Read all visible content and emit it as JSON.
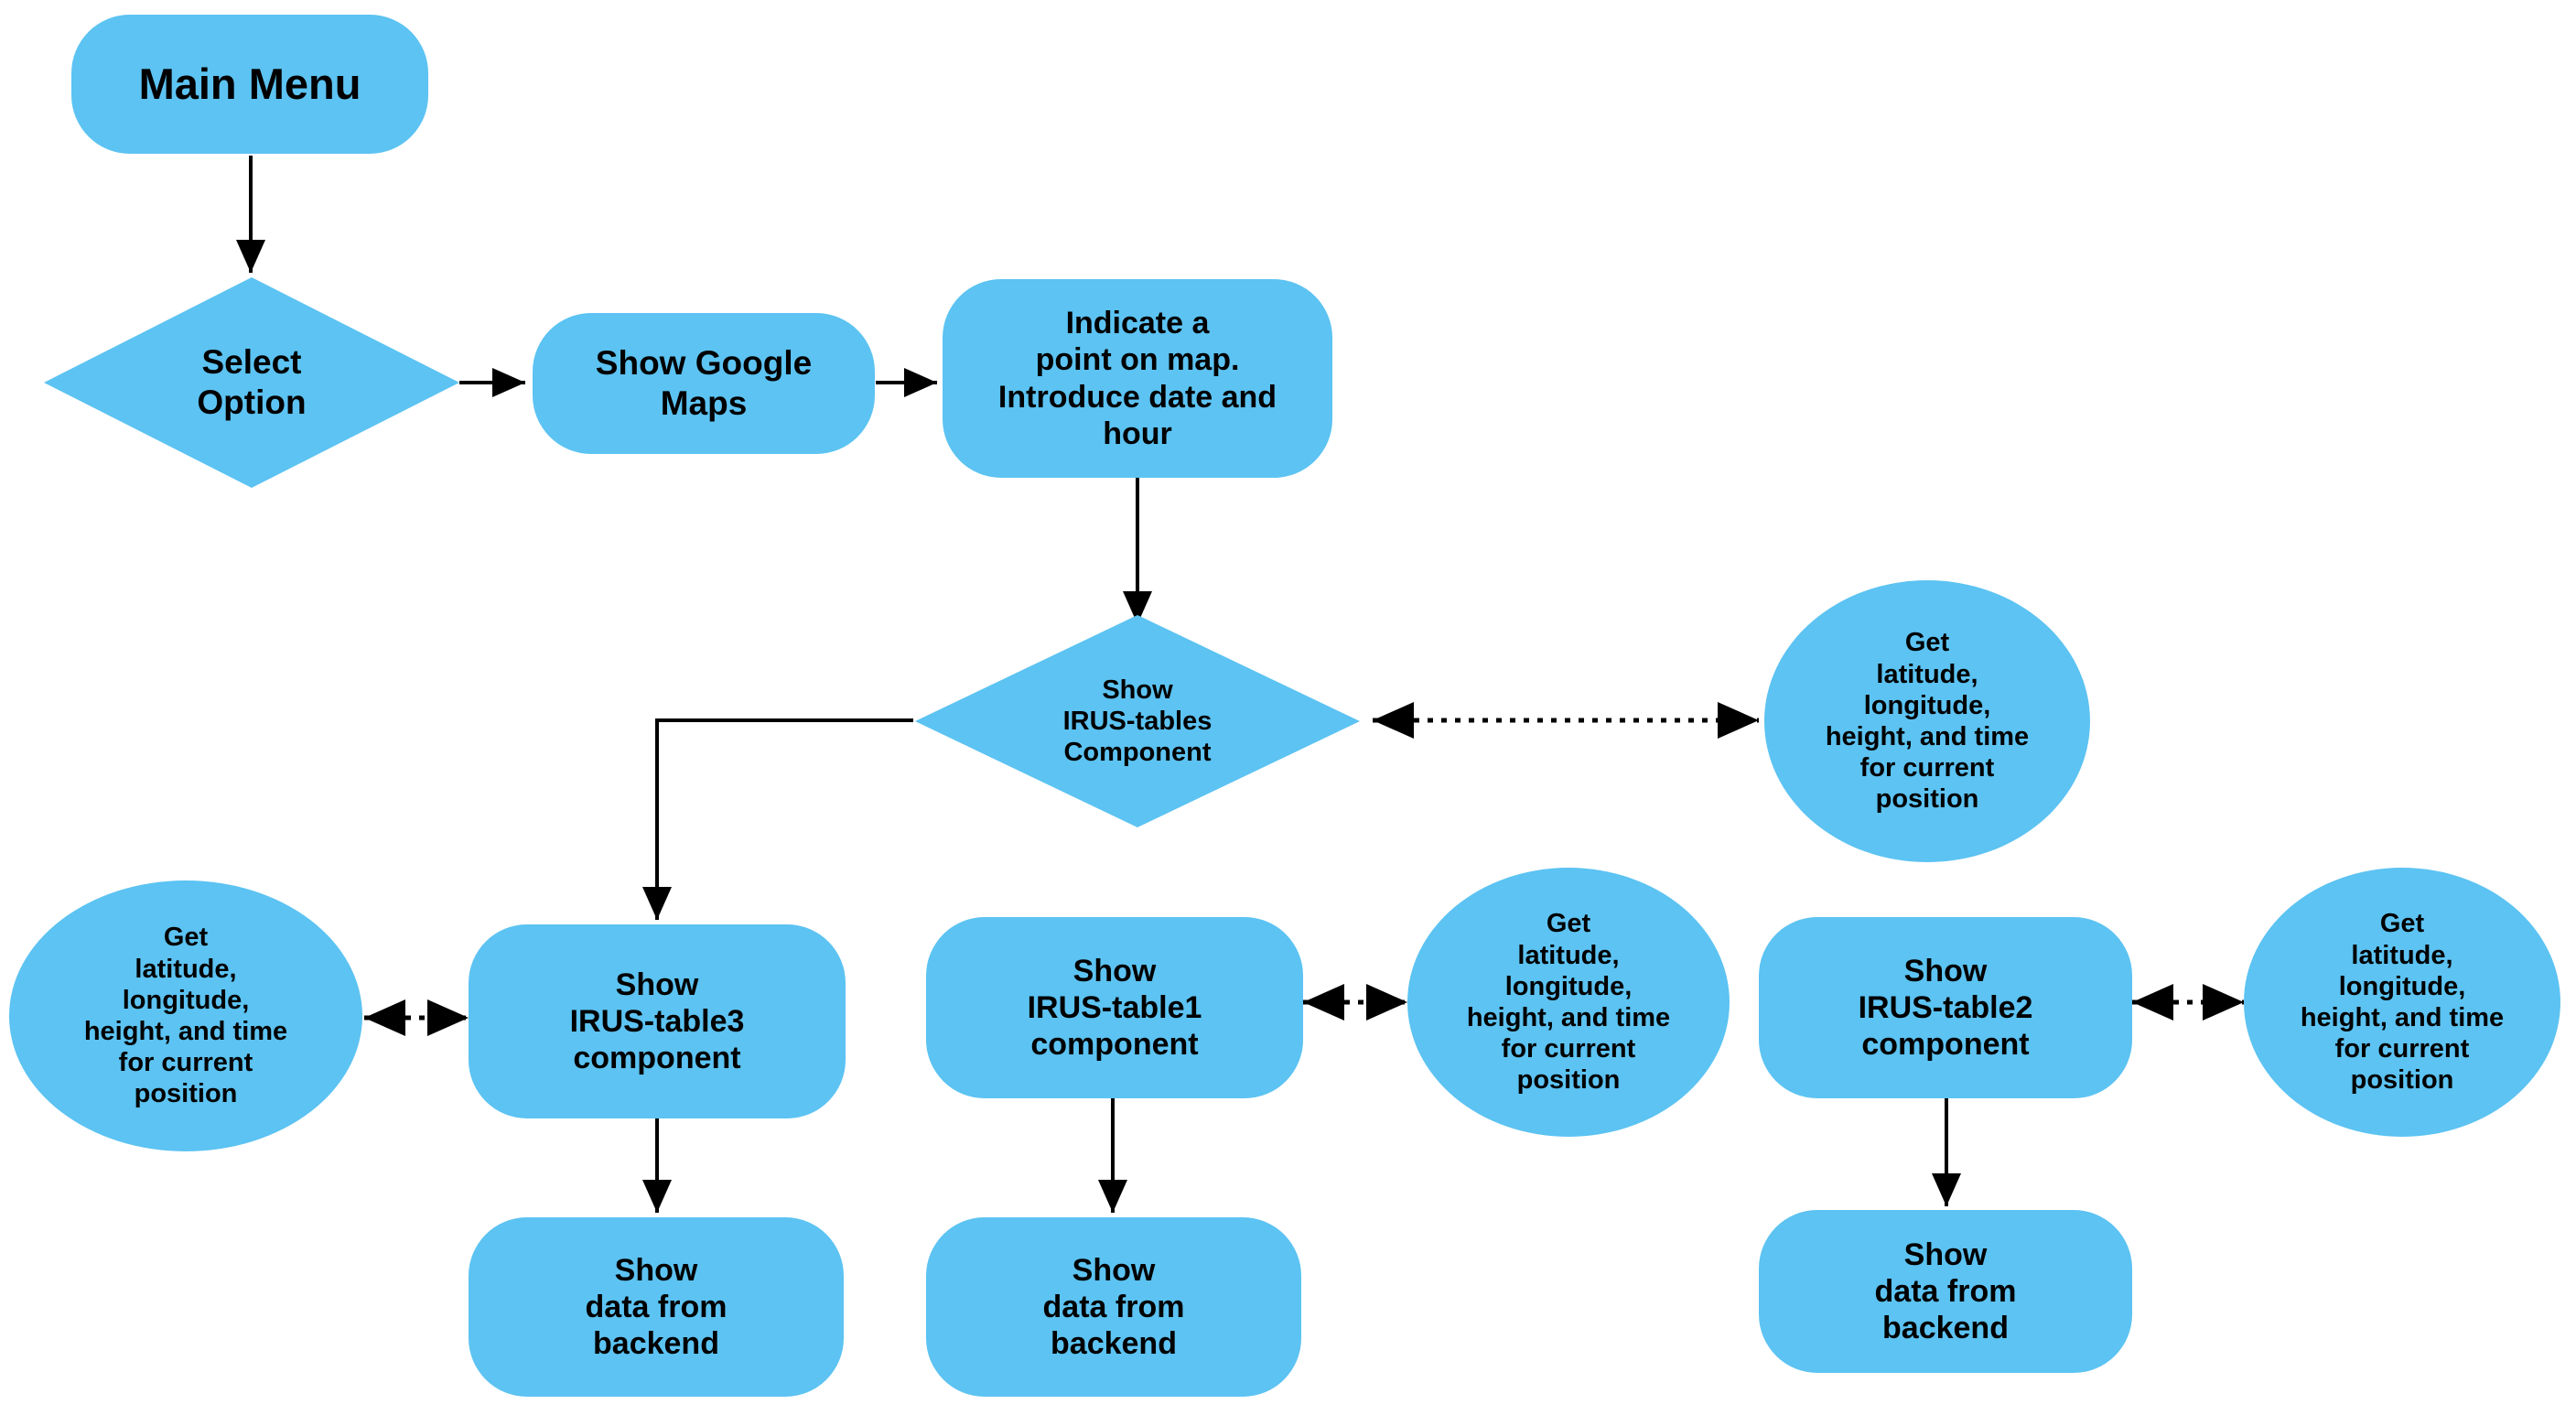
{
  "diagram": {
    "title": "IRUS application navigation flowchart",
    "node_fill": "#5cc3f2",
    "text_color": "#000000",
    "edge_color": "#000000",
    "background": "#ffffff"
  },
  "nodes": {
    "main_menu": {
      "label": "Main Menu",
      "shape": "stadium"
    },
    "select_option": {
      "label": "Select\nOption",
      "shape": "diamond"
    },
    "show_google_maps": {
      "label": "Show Google\nMaps",
      "shape": "stadium"
    },
    "indicate_point": {
      "label": "Indicate a\npoint on map.\nIntroduce date and\nhour",
      "shape": "stadium"
    },
    "show_irus_tables": {
      "label": "Show\nIRUS-tables\nComponent",
      "shape": "diamond"
    },
    "geo_top_right": {
      "label": "Get\nlatitude,\nlongitude,\nheight, and time\nfor current\nposition",
      "shape": "ellipse"
    },
    "geo_left": {
      "label": "Get\nlatitude,\nlongitude,\nheight, and time\nfor current\nposition",
      "shape": "ellipse"
    },
    "geo_middle": {
      "label": "Get\nlatitude,\nlongitude,\nheight, and time\nfor current\nposition",
      "shape": "ellipse"
    },
    "geo_right": {
      "label": "Get\nlatitude,\nlongitude,\nheight, and time\nfor current\nposition",
      "shape": "ellipse"
    },
    "irus_table3": {
      "label": "Show\nIRUS-table3\ncomponent",
      "shape": "stadium"
    },
    "irus_table1": {
      "label": "Show\nIRUS-table1\ncomponent",
      "shape": "stadium"
    },
    "irus_table2": {
      "label": "Show\nIRUS-table2\ncomponent",
      "shape": "stadium"
    },
    "backend3": {
      "label": "Show\ndata from\nbackend",
      "shape": "stadium"
    },
    "backend1": {
      "label": "Show\ndata from\nbackend",
      "shape": "stadium"
    },
    "backend2": {
      "label": "Show\ndata from\nbackend",
      "shape": "stadium"
    }
  },
  "edges": [
    {
      "from": "main_menu",
      "to": "select_option",
      "style": "solid",
      "arrows": "one-way"
    },
    {
      "from": "select_option",
      "to": "show_google_maps",
      "style": "solid",
      "arrows": "one-way"
    },
    {
      "from": "show_google_maps",
      "to": "indicate_point",
      "style": "solid",
      "arrows": "one-way"
    },
    {
      "from": "indicate_point",
      "to": "show_irus_tables",
      "style": "solid",
      "arrows": "one-way"
    },
    {
      "from": "show_irus_tables",
      "to": "geo_top_right",
      "style": "dotted",
      "arrows": "two-way"
    },
    {
      "from": "show_irus_tables",
      "to": "irus_table3",
      "style": "solid",
      "arrows": "one-way"
    },
    {
      "from": "geo_left",
      "to": "irus_table3",
      "style": "dotted",
      "arrows": "two-way"
    },
    {
      "from": "irus_table1",
      "to": "geo_middle",
      "style": "dotted",
      "arrows": "two-way"
    },
    {
      "from": "irus_table2",
      "to": "geo_right",
      "style": "dotted",
      "arrows": "two-way"
    },
    {
      "from": "irus_table3",
      "to": "backend3",
      "style": "solid",
      "arrows": "one-way"
    },
    {
      "from": "irus_table1",
      "to": "backend1",
      "style": "solid",
      "arrows": "one-way"
    },
    {
      "from": "irus_table2",
      "to": "backend2",
      "style": "solid",
      "arrows": "one-way"
    }
  ]
}
